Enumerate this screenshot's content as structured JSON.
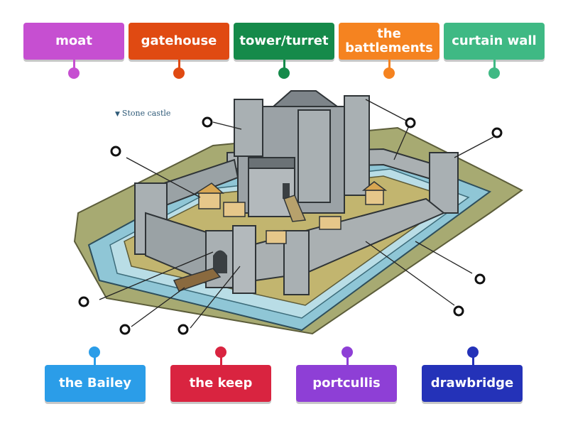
{
  "labels_top": [
    {
      "text": "moat",
      "color": "#c64fd1"
    },
    {
      "text": "gatehouse",
      "color": "#e04a12"
    },
    {
      "text": "tower/turret",
      "color": "#158a4a"
    },
    {
      "text": "the battlements",
      "color": "#f58320"
    },
    {
      "text": "curtain wall",
      "color": "#3fb984"
    }
  ],
  "labels_bottom": [
    {
      "text": "the Bailey",
      "color": "#2b9de8"
    },
    {
      "text": "the keep",
      "color": "#d92440"
    },
    {
      "text": "portcullis",
      "color": "#8e3fd6"
    },
    {
      "text": "drawbridge",
      "color": "#2432b8"
    }
  ],
  "diagram": {
    "caption": "Stone castle",
    "caption_marker": "▼"
  }
}
